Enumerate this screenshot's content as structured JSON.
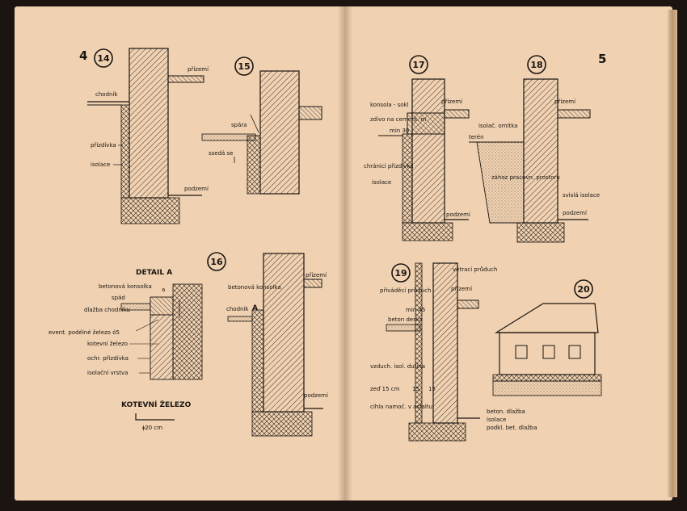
{
  "pages": {
    "left_number": "4",
    "right_number": "5"
  },
  "figures": {
    "f14": {
      "number": "14",
      "labels": {
        "prizemi": "přízemí",
        "chodnik": "chodník",
        "prizdivka": "přizdívka",
        "isolace": "isolace",
        "podzemi": "podzemí"
      }
    },
    "f15": {
      "number": "15",
      "labels": {
        "spara": "spára",
        "sseda": "ssedá se"
      }
    },
    "f16": {
      "number": "16",
      "title": "DETAIL A",
      "labels": {
        "konsolka": "betonová konsolka",
        "a": "a",
        "spad": "spád",
        "dlazba": "dlažba chodníku",
        "pod_zelezo": "event. podélné železo ó5",
        "kotevni": "kotevní železo",
        "ochr": "ochr. přizdívka",
        "vrstva": "isolační vrstva"
      },
      "kotevni_title": "KOTEVNÍ ŽELEZO",
      "kotevni_size": "ǂ20 cm"
    },
    "f16b": {
      "labels": {
        "konsolka": "betonová konsolka",
        "prizemi": "přízemí",
        "chodnik": "chodník",
        "a": "A",
        "podzemi": "podzemí"
      }
    },
    "f17": {
      "number": "17",
      "labels": {
        "konsola": "konsola - sokl",
        "zdivo": "zdivo na cement. m",
        "min30": "min 30",
        "prizemi": "přízemí",
        "chranici": "chránicí přizdívka",
        "isolace": "isolace",
        "podzemi": "podzemí"
      }
    },
    "f18": {
      "number": "18",
      "labels": {
        "prizemi": "přízemí",
        "omitka": "isolač. omítka",
        "teren": "terén",
        "zahoz": "zához pracovn. prostoru",
        "svisla": "svislá isolace",
        "podzemi": "podzemí"
      }
    },
    "f19": {
      "number": "19",
      "labels": {
        "vetraci": "větrací průduch",
        "privadeci": "přiváděcí průduch",
        "prizemi": "přízemí",
        "beton": "beton deska",
        "vzduch": "vzduch. isol. dutina",
        "zed": "zeď 15 cm",
        "cihla": "cihla namoč. v asfaltu",
        "min": "min 45",
        "dim": "15",
        "dim2": "15"
      }
    },
    "f20": {
      "number": "20",
      "labels": {
        "betdlazba": "beton. dlažba",
        "isolace": "isolace",
        "podkl": "podkl. bet. dlažba"
      }
    }
  }
}
